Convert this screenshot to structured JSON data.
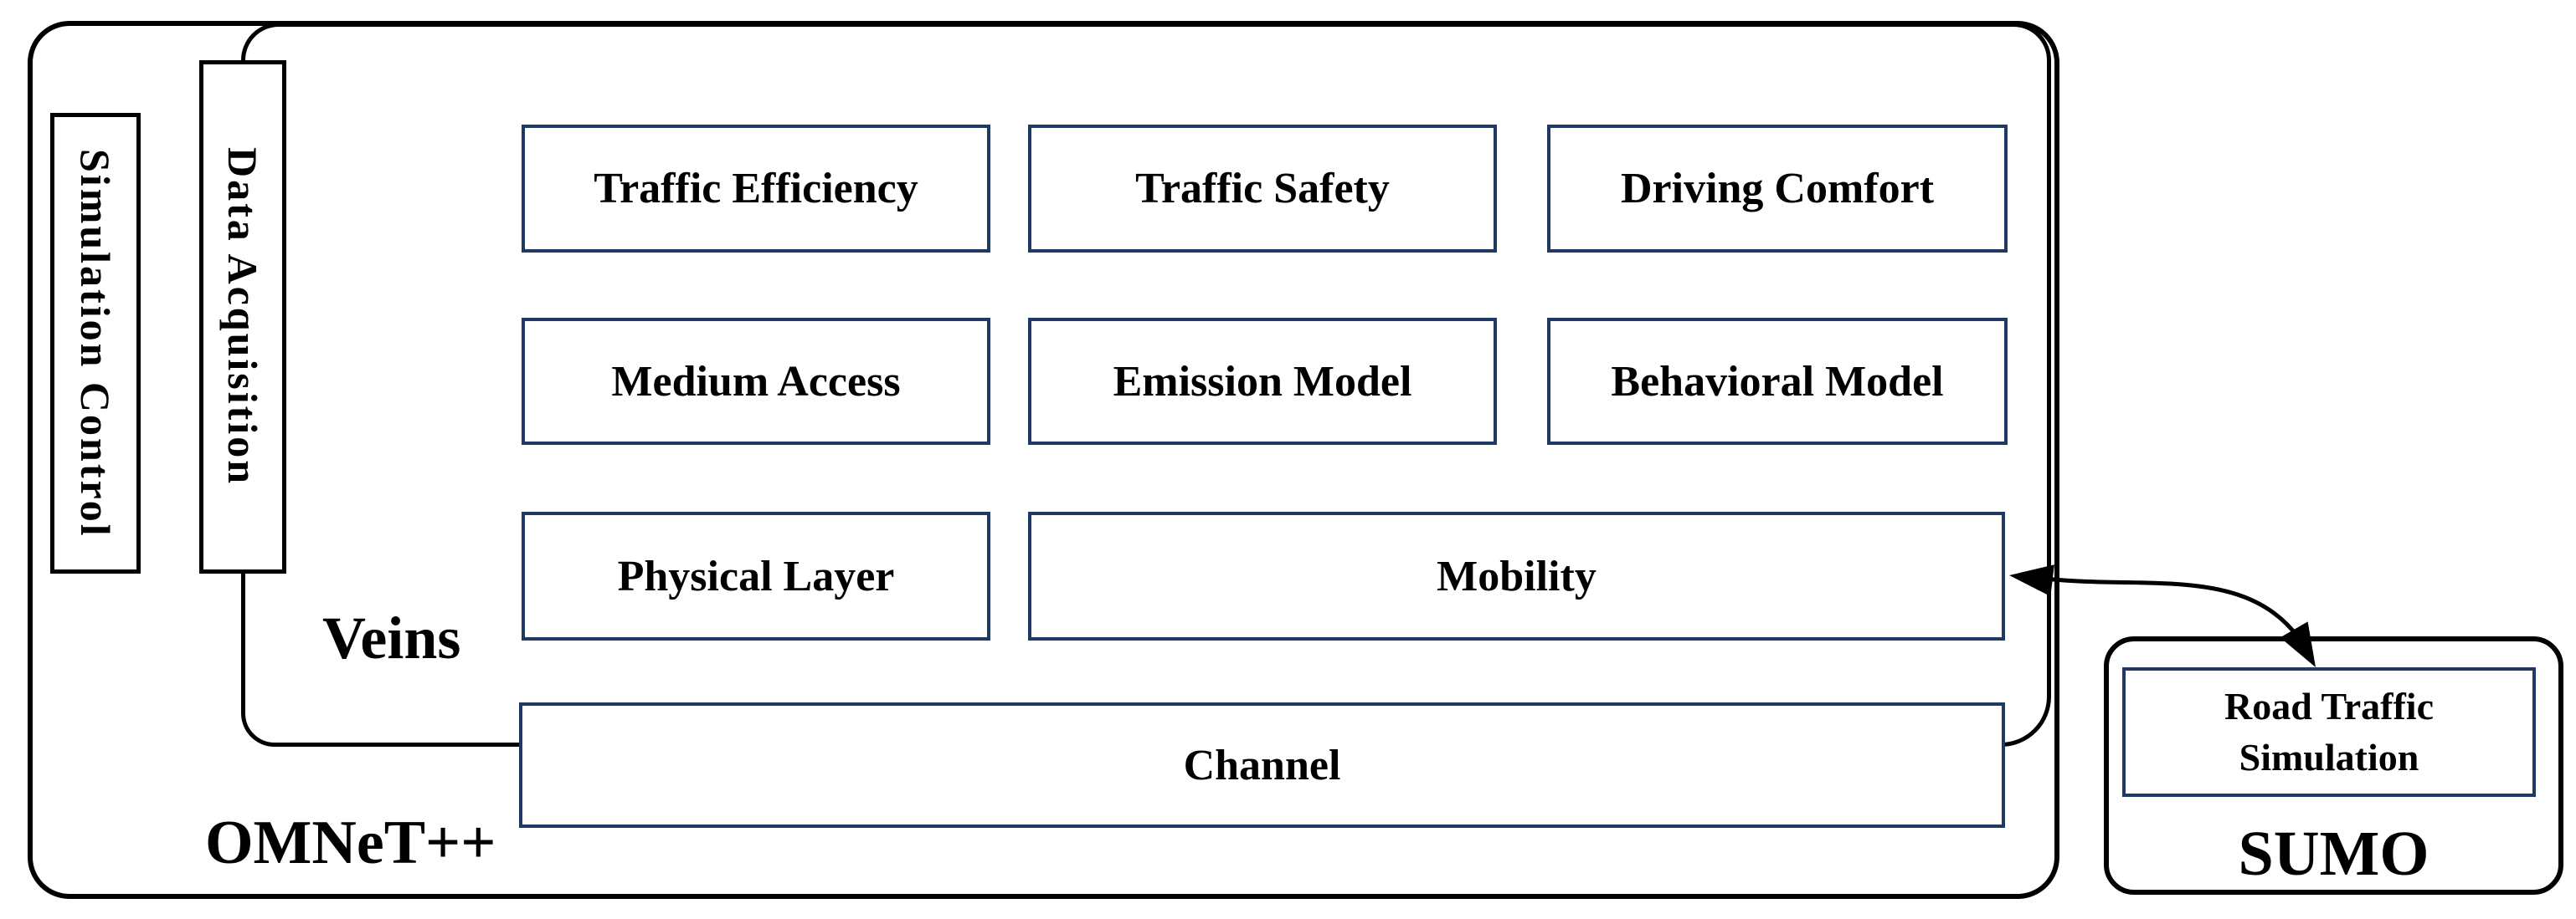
{
  "colors": {
    "module_border": "#1f3864",
    "frame_line": "#000000",
    "background": "#ffffff",
    "text": "#000000"
  },
  "containers": {
    "omnetpp_label": "OMNeT++",
    "veins_label": "Veins",
    "sumo_label": "SUMO"
  },
  "side_tabs": [
    {
      "label": "Simulation Control"
    },
    {
      "label": "Data Acquisition"
    }
  ],
  "modules": [
    {
      "label": "Traffic Efficiency"
    },
    {
      "label": "Traffic Safety"
    },
    {
      "label": "Driving Comfort"
    },
    {
      "label": "Medium Access"
    },
    {
      "label": "Emission Model"
    },
    {
      "label": "Behavioral Model"
    },
    {
      "label": "Physical Layer"
    },
    {
      "label": "Mobility"
    },
    {
      "label": "Channel"
    }
  ],
  "sumo_inner": {
    "line1": "Road Traffic",
    "line2": "Simulation"
  },
  "connector": {
    "style": "curved double-headed arrow",
    "from": "Mobility",
    "to": "Road Traffic Simulation"
  }
}
